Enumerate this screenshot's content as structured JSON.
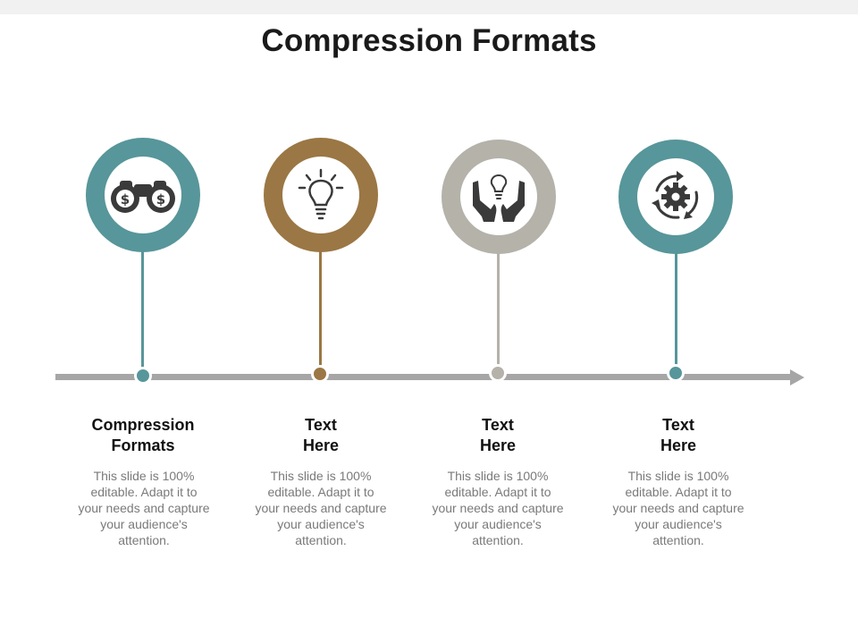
{
  "title": "Compression Formats",
  "colors": {
    "teal": "#57969a",
    "brown": "#9a7744",
    "gray": "#b4b2a9",
    "track": "#a6a6a6",
    "icon": "#3a3a3a"
  },
  "steps": [
    {
      "icon": "binoculars-dollar-icon",
      "title_line1": "Compression",
      "title_line2": "Formats",
      "body": "This slide is 100% editable. Adapt it to your needs and capture your audience's attention."
    },
    {
      "icon": "lightbulb-icon",
      "title_line1": "Text",
      "title_line2": "Here",
      "body": "This slide is 100% editable. Adapt it to your needs and capture your audience's attention."
    },
    {
      "icon": "hands-lightbulb-icon",
      "title_line1": "Text",
      "title_line2": "Here",
      "body": "This slide is 100% editable. Adapt it to your needs and capture your audience's attention."
    },
    {
      "icon": "gear-cycle-icon",
      "title_line1": "Text",
      "title_line2": "Here",
      "body": "This slide is 100% editable. Adapt it to your needs and capture your audience's attention."
    }
  ]
}
